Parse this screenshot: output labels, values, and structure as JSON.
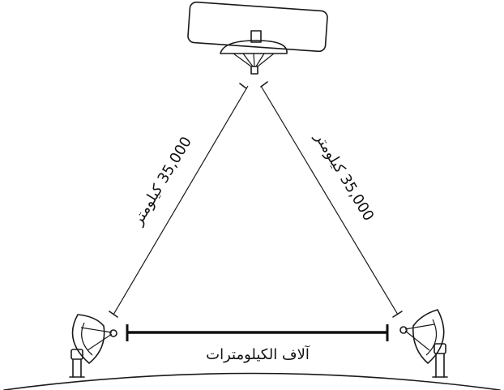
{
  "labels": {
    "left_distance": "35,000 كيلومتر",
    "right_distance": "35,000 كيلومتر",
    "ground_distance": "آلاف الكيلومترات"
  },
  "icons": [
    "satellite-icon",
    "left-dish-antenna-icon",
    "right-dish-antenna-icon"
  ],
  "colors": {
    "line": "#1a1a1a",
    "background": "#ffffff"
  }
}
